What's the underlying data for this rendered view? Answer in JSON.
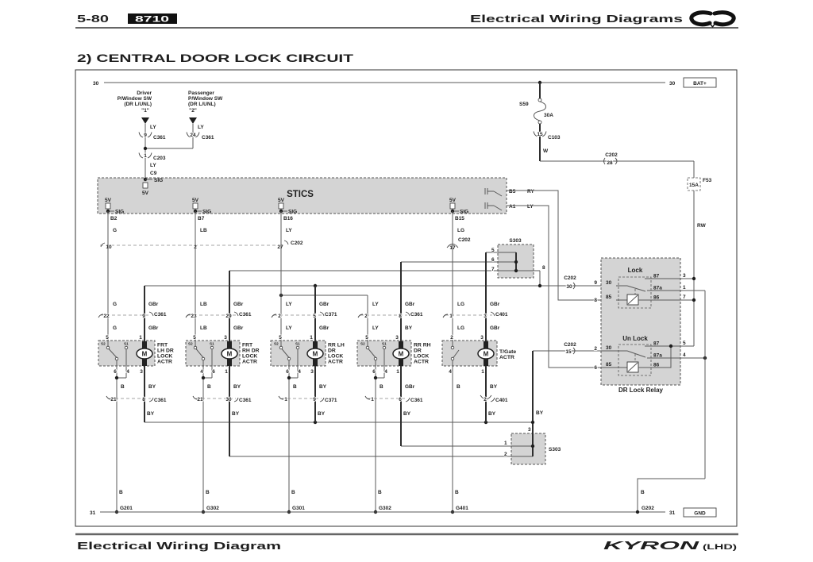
{
  "header": {
    "page_number": "5-80",
    "code_badge": "8710",
    "section_title": "Electrical Wiring Diagrams",
    "logo_icon": "ssangyong-wings-logo"
  },
  "colors": {
    "module_fill": "#d4d4d4",
    "badge_background": "#111111",
    "wire": "#5a5a5a"
  },
  "diagram": {
    "title": "2)  CENTRAL DOOR LOCK CIRCUIT",
    "power": {
      "terminal": "30",
      "bat_label": "BAT+",
      "fuse": {
        "name": "S59",
        "rating": "30A"
      },
      "c103": {
        "pin": "15",
        "name": "C103"
      },
      "wire": "W",
      "c202": {
        "pin": "28",
        "name": "C202"
      },
      "fuse2": {
        "name": "F53",
        "rating": "15A"
      },
      "wire2": "RW"
    },
    "switches": [
      {
        "title": [
          "Driver",
          "P/Window SW",
          "(DR L/UNL)",
          "\"1\""
        ],
        "wire": "LY",
        "pin": "9",
        "connector": "C361"
      },
      {
        "title": [
          "Passenger",
          "P/Window SW",
          "(DR L/UNL)",
          "\"2\""
        ],
        "wire": "LY",
        "pin": "24",
        "connector": "C361"
      }
    ],
    "c203": {
      "pin": "1",
      "name": "C203",
      "wire": "LY"
    },
    "stics": {
      "label": "STICS",
      "feed": {
        "connector": "C9",
        "sig": "SIG",
        "voltage": "5V"
      },
      "pins": [
        {
          "voltage": "5V",
          "sig": "SIG",
          "pin": "B2",
          "wire": "G",
          "c202_pin": "10"
        },
        {
          "voltage": "5V",
          "sig": "SIG",
          "pin": "B7",
          "wire": "LB",
          "c202_pin": "2"
        },
        {
          "voltage": "5V",
          "sig": "SIG",
          "pin": "B16",
          "wire": "LY",
          "c202_pin": "27"
        },
        {
          "voltage": "5V",
          "sig": "SIG",
          "pin": "B15",
          "wire": "LG",
          "c202_pin": "17"
        }
      ],
      "c202_label": "C202",
      "outputs": [
        {
          "pin": "B5",
          "wire": "RY"
        },
        {
          "pin": "A1",
          "wire": "LY"
        }
      ]
    },
    "s303_top": {
      "name": "S303",
      "pins": [
        "5",
        "6",
        "7",
        "8"
      ]
    },
    "s303_bottom": {
      "name": "S303",
      "pins": [
        "3",
        "1",
        "2"
      ],
      "wire": "BY"
    },
    "actuators": [
      {
        "name": [
          "FRT",
          "LH DR",
          "LOCK",
          "ACTR"
        ],
        "wire_top": [
          "G",
          "GBr"
        ],
        "conn_top": {
          "pins": [
            "22",
            "9"
          ],
          "name": "C361"
        },
        "wire_mid": [
          "G",
          "GBr"
        ],
        "pins_top": [
          "5",
          "1"
        ],
        "switch_labels": [
          "S2",
          "S1"
        ],
        "motor": "M",
        "pins_bottom": [
          "6",
          "4",
          "3"
        ],
        "wire_bottom": [
          "B",
          "BY"
        ],
        "conn_bottom": {
          "pins": [
            "21",
            "8"
          ],
          "name": "C361"
        },
        "wire_low": "BY",
        "ground_wire": "B",
        "ground": "G201"
      },
      {
        "name": [
          "FRT",
          "RH DR",
          "LOCK",
          "ACTR"
        ],
        "wire_top": [
          "LB",
          "GBr"
        ],
        "conn_top": {
          "pins": [
            "23",
            "29"
          ],
          "name": "C361"
        },
        "wire_mid": [
          "LB",
          "GBr"
        ],
        "pins_top": [
          "5",
          "3"
        ],
        "switch_labels": [
          "S2",
          "S1"
        ],
        "motor": "M",
        "pins_bottom": [
          "4",
          "6",
          "1"
        ],
        "wire_bottom": [
          "B",
          "BY"
        ],
        "conn_bottom": {
          "pins": [
            "21",
            "30"
          ],
          "name": "C361"
        },
        "wire_low": "BY",
        "ground_wire": "B",
        "ground": "G302"
      },
      {
        "name": [
          "RR LH",
          "DR",
          "LOCK",
          "ACTR"
        ],
        "wire_top": [
          "LY",
          "GBr"
        ],
        "conn_top": {
          "pins": [
            "2",
            "5"
          ],
          "name": "C371"
        },
        "wire_mid": [
          "LY",
          "GBr"
        ],
        "pins_top": [
          "5",
          "1"
        ],
        "switch_labels": [
          "S2",
          "S1"
        ],
        "motor": "M",
        "pins_bottom": [
          "6",
          "4",
          "3"
        ],
        "wire_bottom": [
          "B",
          "BY"
        ],
        "conn_bottom": {
          "pins": [
            "1",
            "9"
          ],
          "name": "C371"
        },
        "wire_low": "BY",
        "ground_wire": "B",
        "ground": "G301"
      },
      {
        "name": [
          "RR RH",
          "DR",
          "LOCK",
          "ACTR"
        ],
        "wire_top": [
          "LY",
          "GBr"
        ],
        "conn_top": {
          "pins": [
            "2",
            "8"
          ],
          "name": "C361"
        },
        "wire_mid": [
          "LY",
          "BY"
        ],
        "pins_top": [
          "5",
          "3"
        ],
        "switch_labels": [
          "S2",
          "S1"
        ],
        "motor": "M",
        "pins_bottom": [
          "6",
          "4",
          "1"
        ],
        "wire_bottom": [
          "B",
          "GBr"
        ],
        "conn_bottom": {
          "pins": [
            "1",
            "6"
          ],
          "name": "C361"
        },
        "wire_low": "BY",
        "ground_wire": "B",
        "ground": "G302"
      },
      {
        "name": [
          "T/Gate",
          "ACTR"
        ],
        "wire_top": [
          "LG",
          "GBr"
        ],
        "conn_top": {
          "pins": [
            "1",
            "3"
          ],
          "name": "C401"
        },
        "wire_mid": [
          "LG",
          "GBr"
        ],
        "pins_top": [
          "2",
          "3"
        ],
        "switch_labels": [],
        "motor": "M",
        "pins_bottom": [
          "4",
          "1"
        ],
        "wire_bottom": [
          "B",
          "BY"
        ],
        "conn_bottom": {
          "pins": [
            "",
            "2"
          ],
          "name": "C401"
        },
        "wire_low": "BY",
        "ground_wire": "B",
        "ground": "G401"
      }
    ],
    "relay": {
      "title": "DR Lock Relay",
      "lock": {
        "label": "Lock",
        "c202": {
          "name": "C202",
          "pin": "30"
        },
        "left": [
          {
            "ext": "9",
            "pin": "30"
          },
          {
            "ext": "8",
            "pin": "85"
          }
        ],
        "right": [
          {
            "pin": "87",
            "ext": "3"
          },
          {
            "pin": "87a",
            "ext": "1"
          },
          {
            "pin": "86",
            "ext": "7"
          }
        ]
      },
      "unlock": {
        "label": "Un Lock",
        "c202": {
          "name": "C202",
          "pin": "15"
        },
        "left": [
          {
            "ext": "2",
            "pin": "30"
          },
          {
            "ext": "6",
            "pin": "85"
          }
        ],
        "right": [
          {
            "pin": "87",
            "ext": "5"
          },
          {
            "pin": "87a",
            "ext": "4"
          },
          {
            "pin": "86"
          }
        ]
      }
    },
    "ground": {
      "terminal": "31",
      "gnd_label": "GND",
      "relay_ground": "G202",
      "relay_ground_wire": "B"
    }
  },
  "footer": {
    "title": "Electrical Wiring Diagram",
    "model": "KYRON",
    "variant": "(LHD)"
  }
}
